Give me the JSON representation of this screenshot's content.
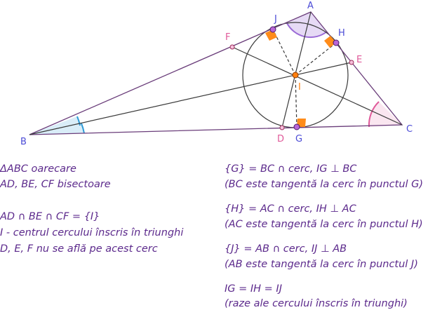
{
  "diagram": {
    "points": {
      "A": "A",
      "B": "B",
      "C": "C",
      "D": "D",
      "E": "E",
      "F": "F",
      "G": "G",
      "H": "H",
      "I": "I",
      "J": "J"
    }
  },
  "colors": {
    "triangle": "#6a3d7a",
    "lines": "#3a3a3a",
    "vertexLabel": "#4b4bd6",
    "footLabel": "#e05a9a",
    "tangentPoint": "#a040c0",
    "incenter": "#ff7f0e",
    "rightAngle": "#ff8c1a",
    "angleA": "#9a6ad6",
    "angleB": "#2e9ad6",
    "angleC": "#e05a9a",
    "text": "#5c2a8c"
  },
  "notes_left": [
    "ΔABC oarecare",
    "AD, BE, CF bisectoare",
    "AD ∩ BE ∩ CF = {I}",
    "I - centrul cercului înscris în triunghi",
    "D, E, F nu se află pe acest cerc"
  ],
  "notes_right": [
    "{G} = BC ∩ cerc, IG ⊥ BC",
    "(BC este tangentă la cerc în punctul G)",
    "{H} = AC ∩ cerc, IH ⊥ AC",
    "(AC este tangentă la cerc în punctul H)",
    "{J} = AB ∩ cerc, IJ ⊥ AB",
    "(AB este tangentă la cerc în punctul J)",
    "IG = IH = IJ",
    "(raze ale cercului înscris în triunghi)"
  ]
}
